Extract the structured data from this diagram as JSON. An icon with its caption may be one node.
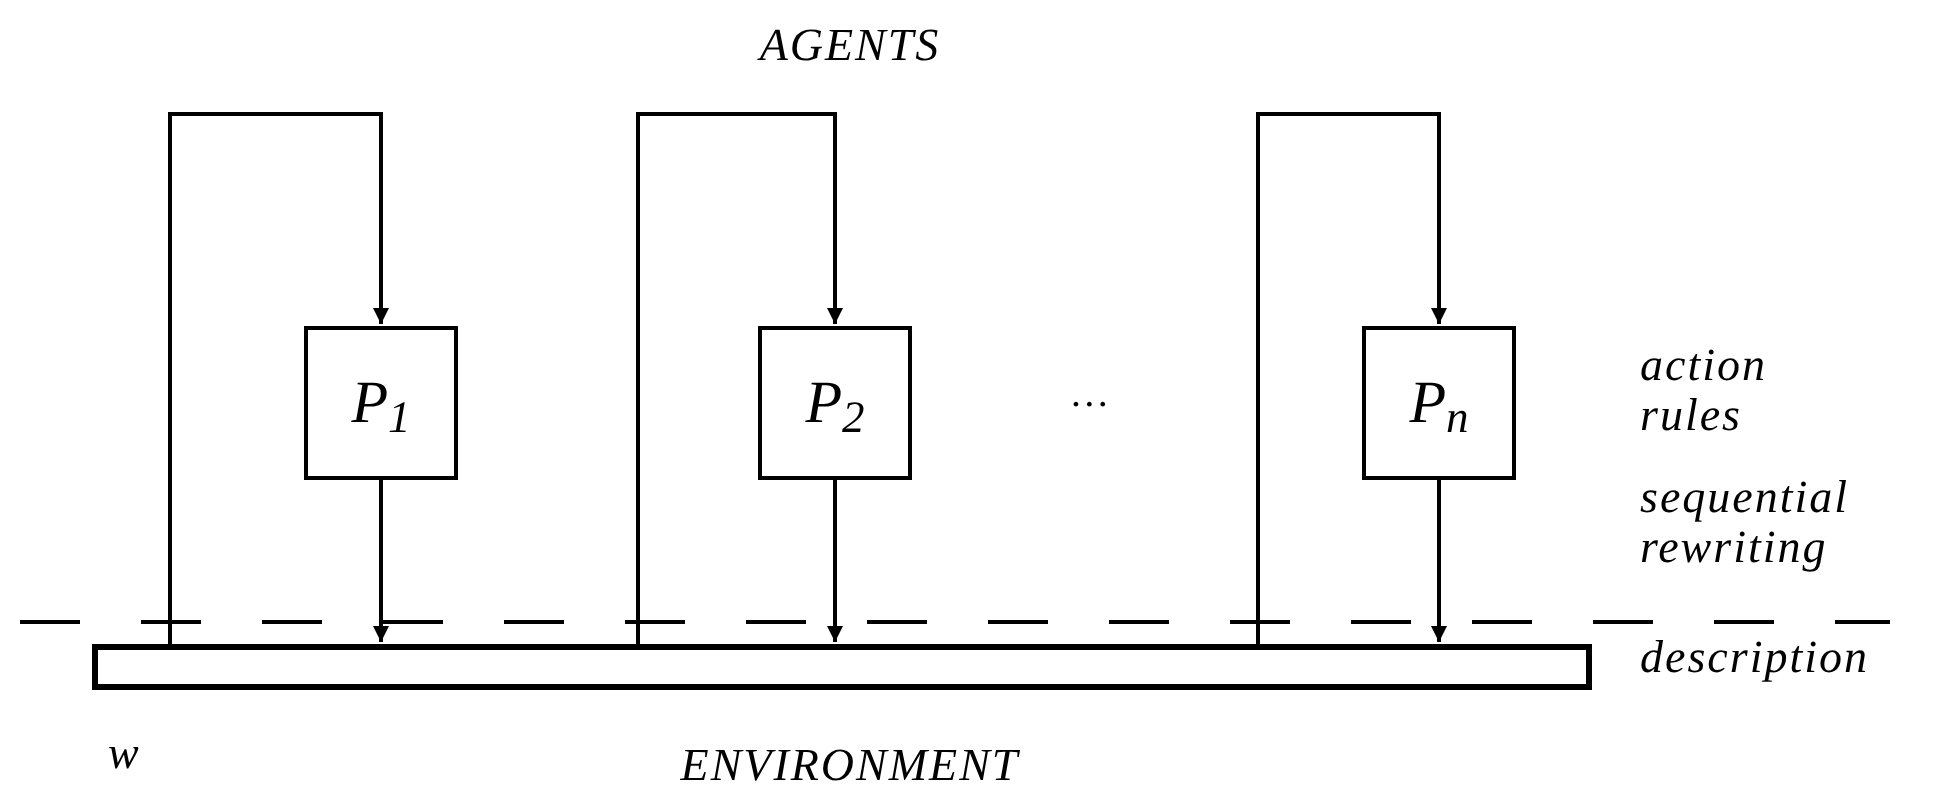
{
  "diagram": {
    "title": "AGENTS",
    "caption": "ENVIRONMENT",
    "nodes": [
      {
        "text": [],
        "shape": "bar"
      },
      {
        "text": [
          "P$_{1}$"
        ]
      },
      {
        "text": [
          "P$_{2}$"
        ]
      },
      {
        "text": [
          "P$_{n}$"
        ]
      }
    ],
    "edges": [
      {
        "from": 0,
        "to": 1,
        "arrow": "to"
      },
      {
        "from": 1,
        "to": 0,
        "arrow": "to"
      },
      {
        "from": 0,
        "to": 2,
        "arrow": "to"
      },
      {
        "from": 2,
        "to": 0,
        "arrow": "to"
      },
      {
        "from": 0,
        "to": 3,
        "arrow": "to"
      },
      {
        "from": 3,
        "to": 0,
        "arrow": "to"
      }
    ],
    "labels": [
      "…",
      "action rules",
      "sequential rewriting",
      "description",
      "w"
    ]
  }
}
